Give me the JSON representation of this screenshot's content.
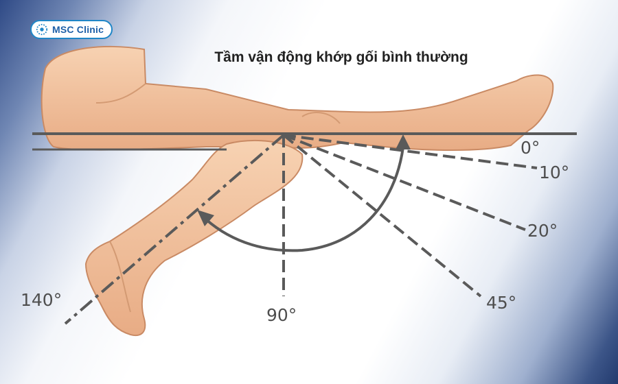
{
  "brand": {
    "name": "MSC Clinic",
    "color": "#1f86c7"
  },
  "title": "Tầm vận động khớp gối bình thường",
  "angles": [
    {
      "key": "0",
      "label": "0°",
      "value": 0
    },
    {
      "key": "10",
      "label": "10°",
      "value": 10
    },
    {
      "key": "20",
      "label": "20°",
      "value": 20
    },
    {
      "key": "45",
      "label": "45°",
      "value": 45
    },
    {
      "key": "90",
      "label": "90°",
      "value": 90
    },
    {
      "key": "140",
      "label": "140°",
      "value": 140
    }
  ],
  "colors": {
    "skin": "#f3c39c",
    "skin_outline": "#c98a64",
    "line": "#5a5a5a",
    "text": "#4e4e4e"
  }
}
